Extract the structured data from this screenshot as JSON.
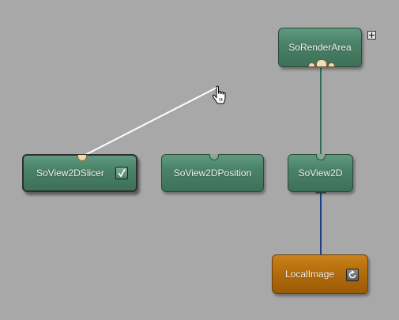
{
  "nodes": {
    "render_area": {
      "label": "SoRenderArea",
      "expand_icon": "plus-box-icon"
    },
    "slicer": {
      "label": "SoView2DSlicer",
      "toggle_icon": "checkmark-icon"
    },
    "position": {
      "label": "SoView2DPosition"
    },
    "view2d": {
      "label": "SoView2D"
    },
    "local_image": {
      "label": "LocalImage",
      "toggle_icon": "refresh-icon"
    }
  },
  "colors": {
    "background": "#a8a8a8",
    "node_green": "#4a8267",
    "node_orange": "#b46d0d",
    "connection_green": "#2e6e60",
    "connection_blue": "#1e3f86",
    "drag_line": "#ffffff"
  },
  "cursor": {
    "icon": "hand-pointer-icon"
  }
}
